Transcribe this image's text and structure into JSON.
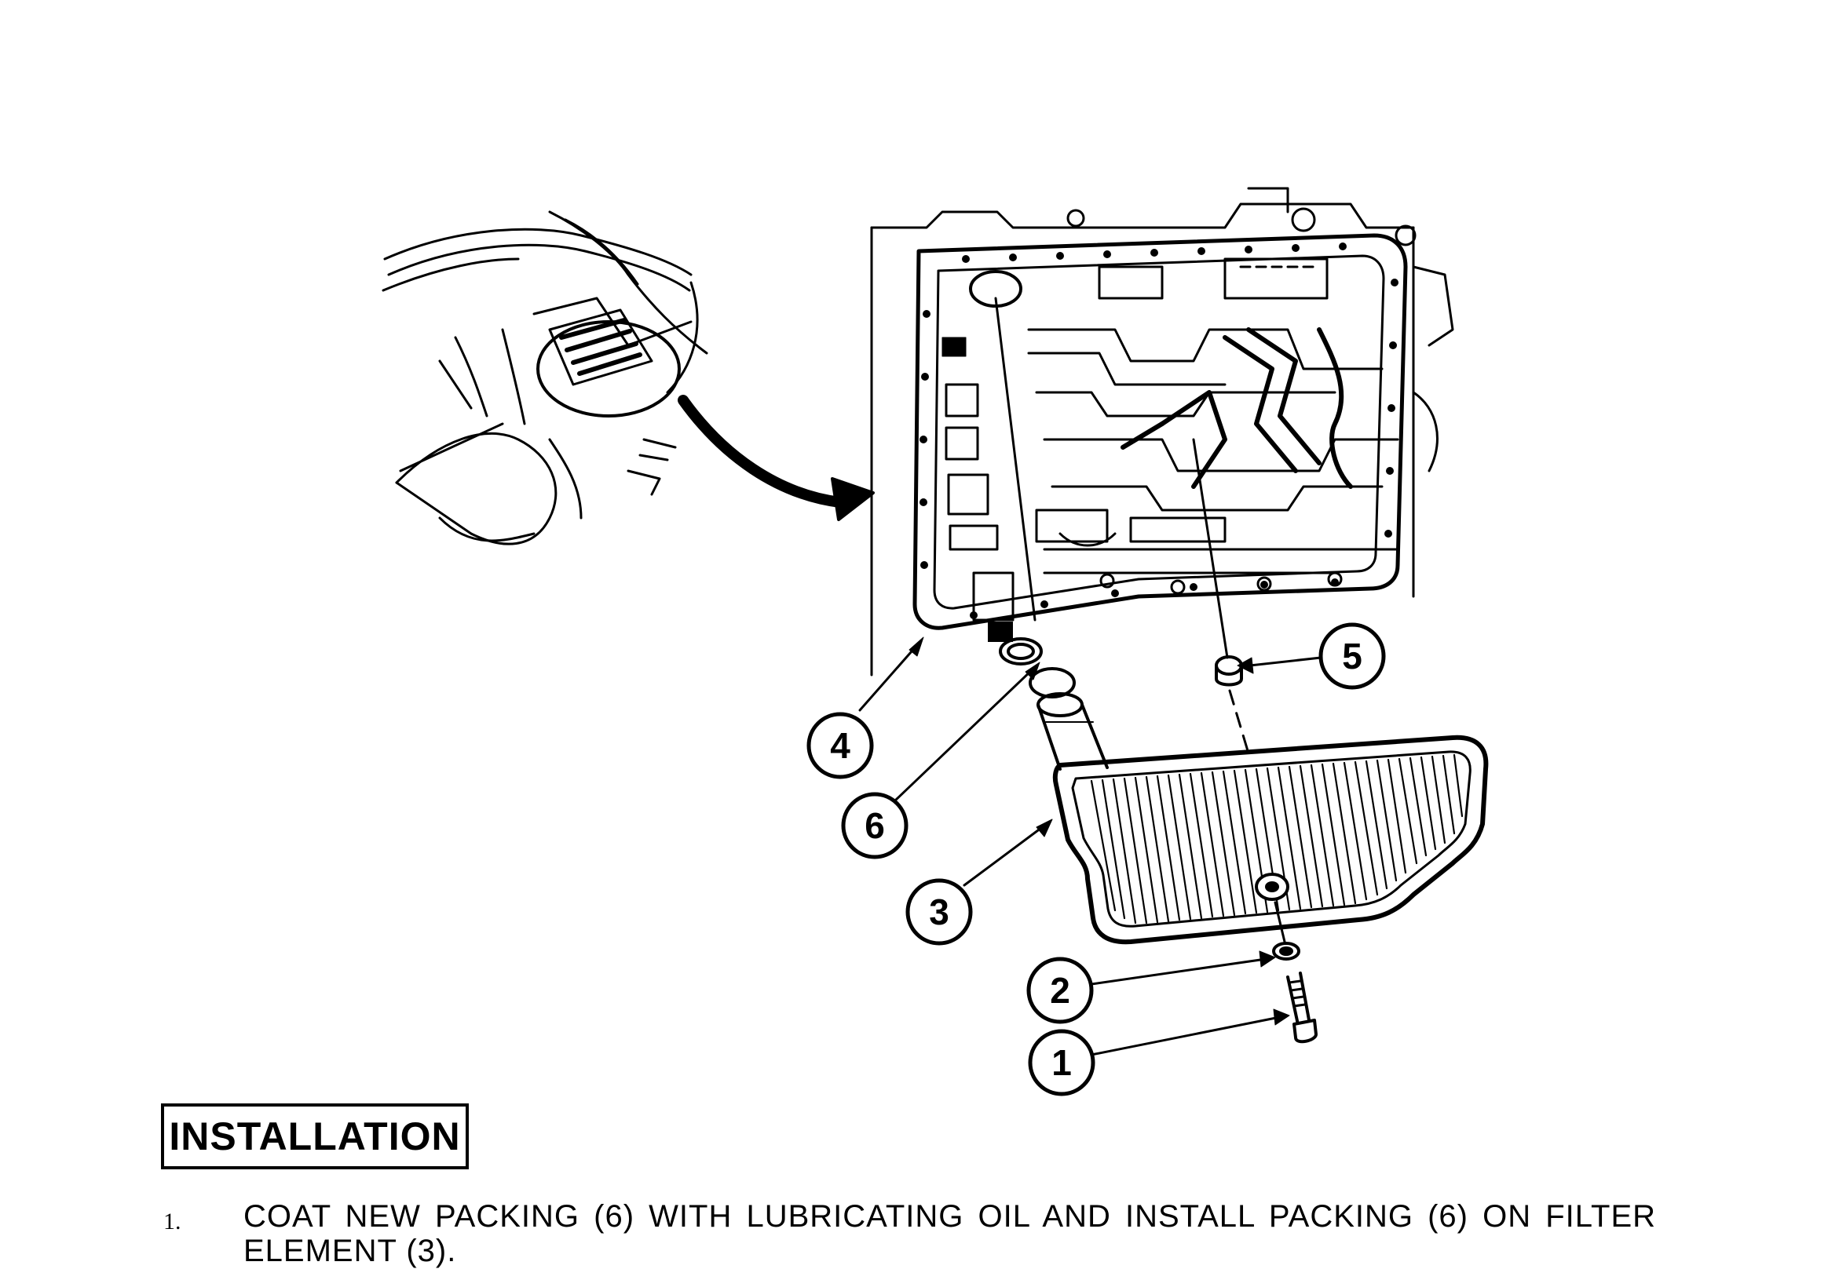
{
  "figure": {
    "callouts": [
      "1",
      "2",
      "3",
      "4",
      "5",
      "6"
    ]
  },
  "section": {
    "heading": "INSTALLATION"
  },
  "steps": [
    {
      "number": "1.",
      "line1": "COAT NEW PACKING (6) WITH LUBRICATING OIL  AND INSTALL PACKING (6) ON FILTER",
      "line2": "ELEMENT (3)."
    }
  ]
}
